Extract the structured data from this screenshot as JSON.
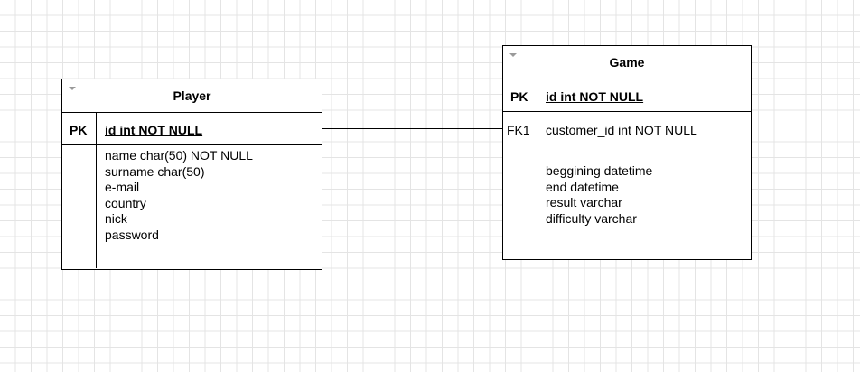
{
  "tables": {
    "player": {
      "title": "Player",
      "pk_label": "PK",
      "pk_field": "id int NOT NULL",
      "fields": [
        "name char(50) NOT NULL",
        "surname char(50)",
        "e-mail",
        "country",
        "nick",
        "password"
      ]
    },
    "game": {
      "title": "Game",
      "pk_label": "PK",
      "pk_field": "id int NOT NULL",
      "fk_label": "FK1",
      "fk_field": "customer_id int NOT NULL",
      "fields": [
        "beggining datetime",
        "end datetime",
        "result varchar",
        "difficulty varchar"
      ]
    }
  }
}
